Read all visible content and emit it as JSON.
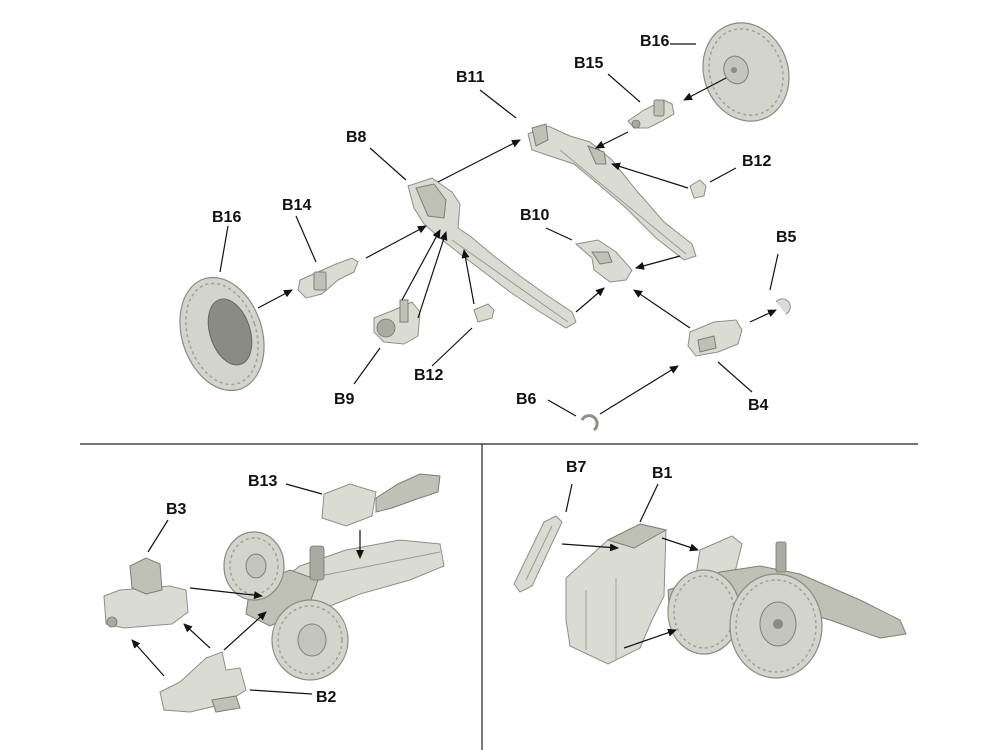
{
  "labels": {
    "b16_top": "B16",
    "b15": "B15",
    "b11": "B11",
    "b8": "B8",
    "b12_top": "B12",
    "b10": "B10",
    "b14": "B14",
    "b16_left": "B16",
    "b5": "B5",
    "b12_bottom": "B12",
    "b9": "B9",
    "b6": "B6",
    "b4": "B4",
    "b13": "B13",
    "b3": "B3",
    "b2": "B2",
    "b7": "B7",
    "b1": "B1"
  },
  "colors": {
    "part_fill": "#dadbd2",
    "part_stroke": "#8e8f86",
    "leader": "#111111",
    "label": "#111111",
    "background": "#ffffff"
  }
}
